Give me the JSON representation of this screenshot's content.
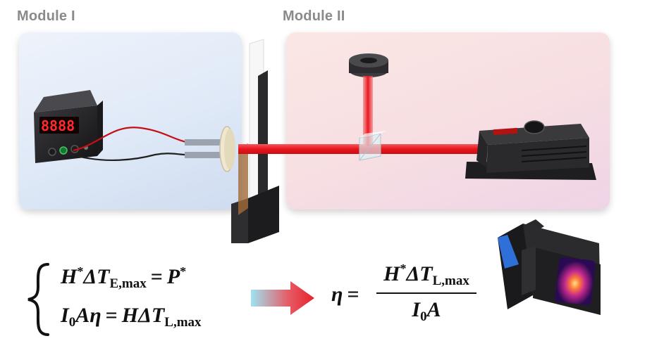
{
  "modules": {
    "module1_title": "Module I",
    "module2_title": "Module II"
  },
  "equations": {
    "eq1": {
      "H": "H",
      "star1": "*",
      "dT": "ΔT",
      "sub1": "E,max",
      "equals": "=",
      "P": "P",
      "star2": "*"
    },
    "eq2": {
      "I": "I",
      "sub0": "0",
      "A": "A",
      "eta": "η",
      "equals": "=",
      "H": "H",
      "dT": "ΔT",
      "sub1": "L,max"
    },
    "eta_eq": {
      "eta": "η",
      "equals": "=",
      "num_H": "H",
      "num_star": "*",
      "num_dT": "ΔT",
      "num_sub": "L,max",
      "den_I": "I",
      "den_sub": "0",
      "den_A": "A"
    }
  },
  "display": {
    "digits": "8888"
  },
  "colors": {
    "panel1_bg": "#dfe9f7",
    "panel2_bg": "#f7dfe2",
    "laser": "#e8141b",
    "arrow_start": "#9fe3f2",
    "arrow_end": "#e8232a",
    "camera_ring": "#1f6fe0"
  },
  "icons": {
    "power_supply": "power-supply-icon",
    "laser_module": "laser-module-icon",
    "thermal_camera": "thermal-camera-icon",
    "beam_splitter": "beam-splitter-icon",
    "power_meter": "power-meter-icon"
  }
}
